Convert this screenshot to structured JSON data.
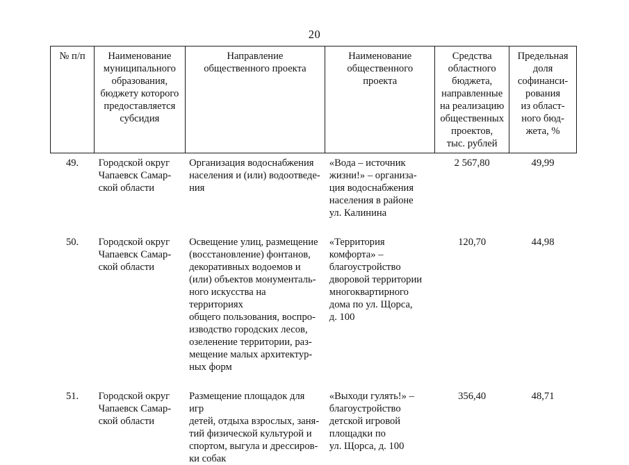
{
  "page": {
    "number": "20",
    "background_color": "#ffffff",
    "text_color": "#121212",
    "border_color": "#1b1b1b"
  },
  "table": {
    "headers": {
      "num": "№ п/п",
      "municipality": "Наименование\nмуниципального\nобразования,\nбюджету которого\nпредоставляется\nсубсидия",
      "direction": "Направление\nобщественного проекта",
      "project": "Наименование\nобщественного\nпроекта",
      "funds": "Средства\nобластного\nбюджета,\nнаправленные\nна реализацию\nобщественных\nпроектов,\nтыс. рублей",
      "share": "Предельная\nдоля\nсофинанси-\nрования\nиз област-\nного бюд-\nжета, %"
    },
    "rows": [
      {
        "num": "49.",
        "municipality": "Городской округ\nЧапаевск Самар-\nской области",
        "direction": "Организация водоснабжения\nнаселения и (или) водоотведе-\nния",
        "project": "«Вода – источник\nжизни!» – организа-\nция водоснабжения\nнаселения в районе\nул. Калинина",
        "funds": "2 567,80",
        "share": "49,99"
      },
      {
        "num": "50.",
        "municipality": "Городской округ\nЧапаевск Самар-\nской области",
        "direction": "Освещение улиц, размещение\n(восстановление) фонтанов,\nдекоративных водоемов и\n(или) объектов монументаль-\nного искусства на территориях\nобщего пользования, воспро-\nизводство городских лесов,\nозеленение территории, раз-\nмещение малых архитектур-\nных форм",
        "project": "«Территория\nкомфорта» –\nблагоустройство\nдворовой территории\nмногоквартирного\nдома по ул. Щорса,\nд. 100",
        "funds": "120,70",
        "share": "44,98"
      },
      {
        "num": "51.",
        "municipality": "Городской округ\nЧапаевск Самар-\nской области",
        "direction": "Размещение площадок для игр\nдетей, отдыха взрослых, заня-\nтий физической культурой и\nспортом, выгула и дрессиров-\nки собак",
        "project": "«Выходи гулять!» –\nблагоустройство\nдетской игровой\nплощадки по\nул. Щорса, д. 100",
        "funds": "356,40",
        "share": "48,71"
      }
    ]
  }
}
